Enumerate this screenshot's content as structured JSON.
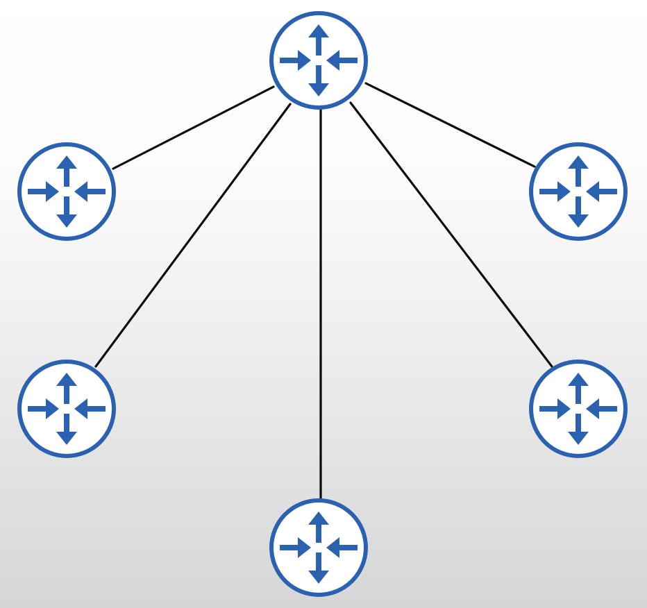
{
  "diagram": {
    "kind": "star-topology",
    "colors": {
      "node_ring": "#2a62b1",
      "node_fill": "#ffffff",
      "node_icon": "#2a62b1",
      "link": "#0c0c0c"
    },
    "nodes": [
      {
        "id": "hub",
        "role": "hub",
        "icon": "router-icon"
      },
      {
        "id": "left-upper",
        "role": "spoke",
        "icon": "router-icon"
      },
      {
        "id": "left-lower",
        "role": "spoke",
        "icon": "router-icon"
      },
      {
        "id": "bottom",
        "role": "spoke",
        "icon": "router-icon"
      },
      {
        "id": "right-lower",
        "role": "spoke",
        "icon": "router-icon"
      },
      {
        "id": "right-upper",
        "role": "spoke",
        "icon": "router-icon"
      }
    ],
    "links": [
      {
        "from": "hub",
        "to": "left-upper"
      },
      {
        "from": "hub",
        "to": "left-lower"
      },
      {
        "from": "hub",
        "to": "bottom"
      },
      {
        "from": "hub",
        "to": "right-lower"
      },
      {
        "from": "hub",
        "to": "right-upper"
      }
    ]
  }
}
